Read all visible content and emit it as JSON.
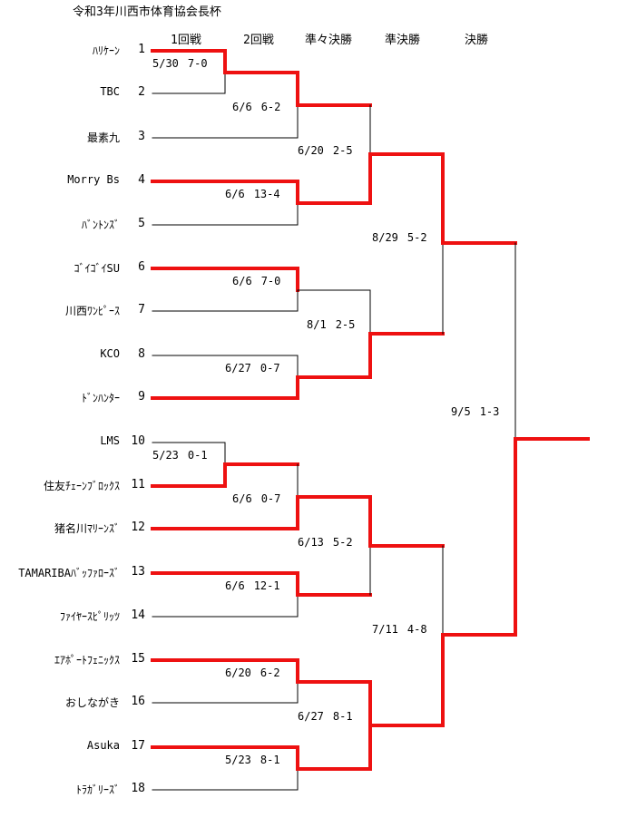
{
  "title": "令和3年川西市体育協会長杯",
  "rounds": [
    "1回戦",
    "2回戦",
    "準々決勝",
    "準決勝",
    "決勝"
  ],
  "teams": [
    {
      "num": "1",
      "name": "ﾊﾘｹｰﾝ"
    },
    {
      "num": "2",
      "name": "TBC"
    },
    {
      "num": "3",
      "name": "最素九"
    },
    {
      "num": "4",
      "name": "Morry Bs"
    },
    {
      "num": "5",
      "name": "ﾊﾞﾝﾄﾝｽﾞ"
    },
    {
      "num": "6",
      "name": "ｺﾞｲｺﾞｲSU"
    },
    {
      "num": "7",
      "name": "川西ﾜﾝﾋﾟｰｽ"
    },
    {
      "num": "8",
      "name": "KCO"
    },
    {
      "num": "9",
      "name": "ﾄﾞﾝﾊﾝﾀｰ"
    },
    {
      "num": "10",
      "name": "LMS"
    },
    {
      "num": "11",
      "name": "住友ﾁｪｰﾝﾌﾞﾛｯｸｽ"
    },
    {
      "num": "12",
      "name": "猪名川ﾏﾘｰﾝｽﾞ"
    },
    {
      "num": "13",
      "name": "TAMARIBAﾊﾞｯﾌｧﾛｰｽﾞ"
    },
    {
      "num": "14",
      "name": "ﾌｧｲﾔｰｽﾋﾟﾘｯﾂ"
    },
    {
      "num": "15",
      "name": "ｴｱﾎﾟｰﾄﾌｪﾆｯｸｽ"
    },
    {
      "num": "16",
      "name": "おしながき"
    },
    {
      "num": "17",
      "name": "Asuka"
    },
    {
      "num": "18",
      "name": "ﾄﾗｶﾞﾘｰｽﾞ"
    }
  ],
  "results": [
    {
      "id": "r1a",
      "round": "1回戦",
      "date": "5/30",
      "score": "7-0"
    },
    {
      "id": "r1b",
      "round": "1回戦",
      "date": "5/23",
      "score": "0-1"
    },
    {
      "id": "r2a",
      "round": "2回戦",
      "date": "6/6",
      "score": "6-2"
    },
    {
      "id": "r2b",
      "round": "2回戦",
      "date": "6/6",
      "score": "13-4"
    },
    {
      "id": "r2c",
      "round": "2回戦",
      "date": "6/6",
      "score": "7-0"
    },
    {
      "id": "r2d",
      "round": "2回戦",
      "date": "6/27",
      "score": "0-7"
    },
    {
      "id": "r2e",
      "round": "2回戦",
      "date": "6/6",
      "score": "0-7"
    },
    {
      "id": "r2f",
      "round": "2回戦",
      "date": "6/6",
      "score": "12-1"
    },
    {
      "id": "r2g",
      "round": "2回戦",
      "date": "6/20",
      "score": "6-2"
    },
    {
      "id": "r2h",
      "round": "2回戦",
      "date": "5/23",
      "score": "8-1"
    },
    {
      "id": "qfa",
      "round": "準々決勝",
      "date": "6/20",
      "score": "2-5"
    },
    {
      "id": "qfb",
      "round": "準々決勝",
      "date": "8/1",
      "score": "2-5"
    },
    {
      "id": "qfc",
      "round": "準々決勝",
      "date": "6/13",
      "score": "5-2"
    },
    {
      "id": "qfd",
      "round": "準々決勝",
      "date": "6/27",
      "score": "8-1"
    },
    {
      "id": "sfa",
      "round": "準決勝",
      "date": "8/29",
      "score": "5-2"
    },
    {
      "id": "sfb",
      "round": "準決勝",
      "date": "7/11",
      "score": "4-8"
    },
    {
      "id": "fin",
      "round": "決勝",
      "date": "9/5",
      "score": "1-3"
    }
  ],
  "colors": {
    "winner_line": "#ee1111",
    "loser_line": "#000000",
    "text": "#000000",
    "background": "#ffffff"
  }
}
